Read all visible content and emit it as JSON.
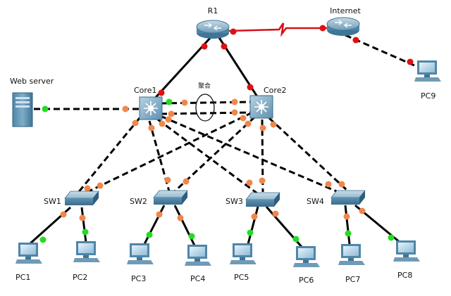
{
  "devices": {
    "r1": "R1",
    "internet": "Internet",
    "web_server": "Web server",
    "core1": "Core1",
    "core2": "Core2",
    "aggregation": "聚合",
    "pc9": "PC9",
    "sw1": "SW1",
    "sw2": "SW2",
    "sw3": "SW3",
    "sw4": "SW4",
    "pc1": "PC1",
    "pc2": "PC2",
    "pc3": "PC3",
    "pc4": "PC4",
    "pc5": "PC5",
    "pc6": "PC6",
    "pc7": "PC7",
    "pc8": "PC8"
  },
  "colors": {
    "link_up": "#22dd22",
    "link_amber": "#f0874a",
    "link_down": "#e01010",
    "serial": "#d4121a",
    "device_blue": "#5a93b6"
  }
}
